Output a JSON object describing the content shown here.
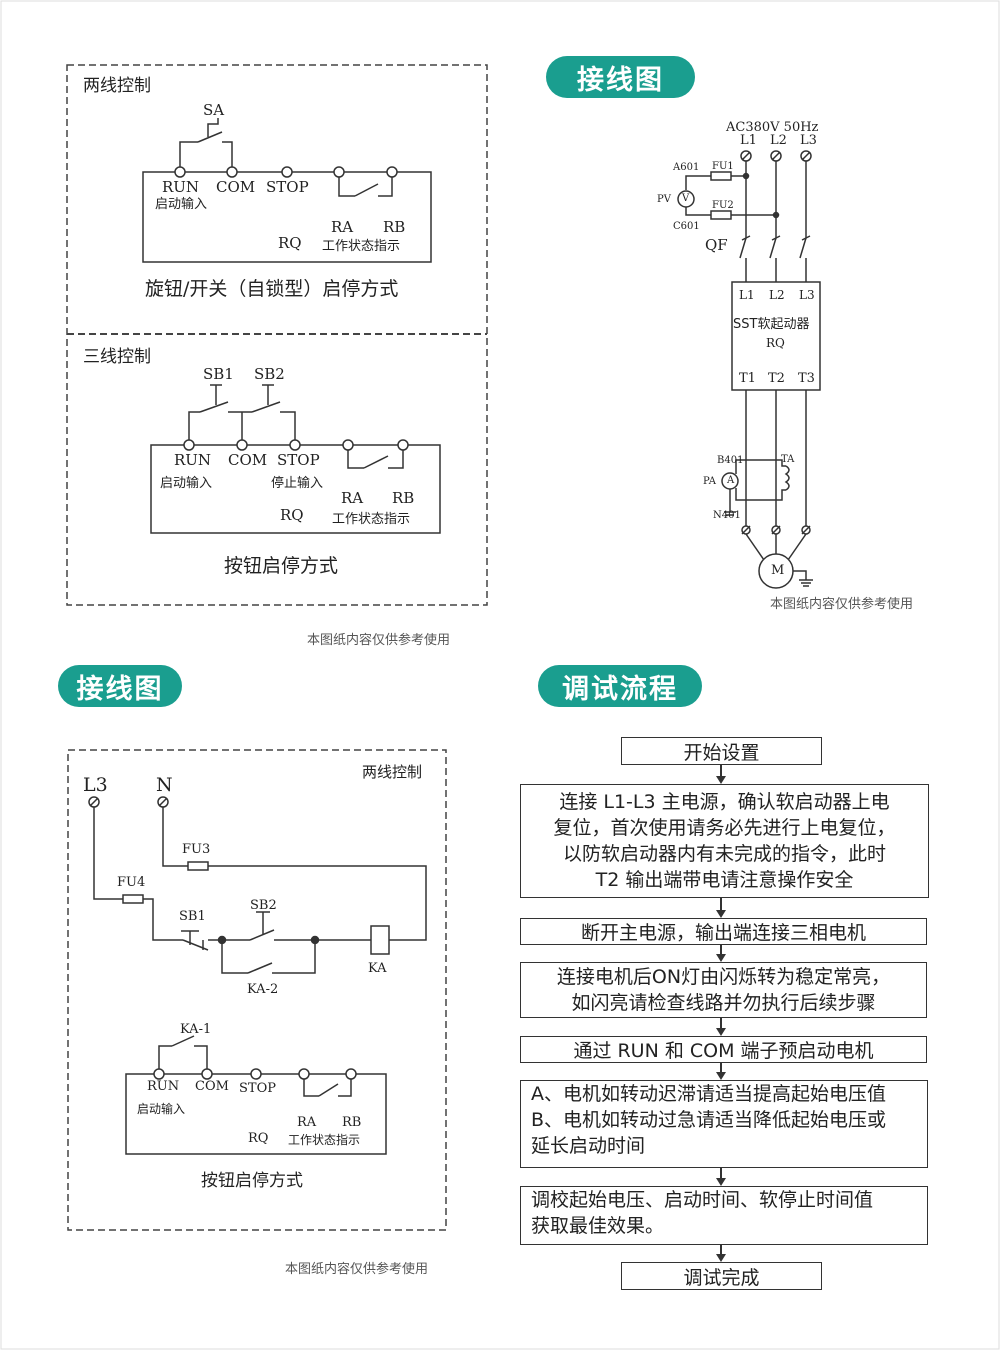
{
  "sections": {
    "wiring_title_1": "接线图",
    "wiring_title_2": "接线图",
    "flow_title": "调试流程"
  },
  "two_wire": {
    "title": "两线控制",
    "switch": "SA",
    "run": "RUN",
    "com": "COM",
    "stop": "STOP",
    "run_sub": "启动输入",
    "ra": "RA",
    "rb": "RB",
    "rq": "RQ",
    "status": "工作状态指示",
    "caption": "旋钮/开关（自锁型）启停方式"
  },
  "three_wire": {
    "title": "三线控制",
    "sb1": "SB1",
    "sb2": "SB2",
    "run": "RUN",
    "com": "COM",
    "stop": "STOP",
    "run_sub": "启动输入",
    "stop_sub": "停止输入",
    "ra": "RA",
    "rb": "RB",
    "rq": "RQ",
    "status": "工作状态指示",
    "caption": "按钮启停方式"
  },
  "main_circuit": {
    "supply": "AC380V  50Hz",
    "l1": "L1",
    "l2": "L2",
    "l3": "L3",
    "a601": "A601",
    "fu1": "FU1",
    "pv": "PV",
    "fu2": "FU2",
    "c601": "C601",
    "qf": "QF",
    "in_l1": "L1",
    "in_l2": "L2",
    "in_l3": "L3",
    "device": "SST软起动器",
    "device_rq": "RQ",
    "t1": "T1",
    "t2": "T2",
    "t3": "T3",
    "b401": "B401",
    "ta": "TA",
    "pa": "PA",
    "n401": "N401",
    "motor": "M",
    "volt_symbol": "V",
    "amp_symbol": "A"
  },
  "relay_circuit": {
    "title": "两线控制",
    "l3": "L3",
    "n": "N",
    "fu3": "FU3",
    "fu4": "FU4",
    "sb1": "SB1",
    "sb2": "SB2",
    "ka": "KA",
    "ka2": "KA-2",
    "ka1": "KA-1",
    "run": "RUN",
    "com": "COM",
    "stop": "STOP",
    "run_sub": "启动输入",
    "ra": "RA",
    "rb": "RB",
    "rq": "RQ",
    "status": "工作状态指示",
    "caption": "按钮启停方式"
  },
  "notes": {
    "n1": "本图纸内容仅供参考使用",
    "n2": "本图纸内容仅供参考使用",
    "n3": "本图纸内容仅供参考使用"
  },
  "flow": {
    "start": "开始设置",
    "s1": [
      "连接 L1-L3 主电源，确认软启动器上电",
      "复位，首次使用请务必先进行上电复位，",
      "以防软启动器内有未完成的指令，此时",
      "T2 输出端带电请注意操作安全"
    ],
    "s2": "断开主电源，输出端连接三相电机",
    "s3": [
      "连接电机后ON灯由闪烁转为稳定常亮，",
      "如闪亮请检查线路并勿执行后续步骤"
    ],
    "s4": "通过 RUN 和 COM 端子预启动电机",
    "s5": [
      "A、电机如转动迟滞请适当提高起始电压值",
      "B、电机如转动过急请适当降低起始电压或",
      "延长启动时间"
    ],
    "s6": [
      "调校起始电压、启动时间、软停止时间值",
      "获取最佳效果。"
    ],
    "end": "调试完成"
  },
  "colors": {
    "accent": "#1a9e8f",
    "line": "#333333",
    "frame": "#dddddd"
  }
}
